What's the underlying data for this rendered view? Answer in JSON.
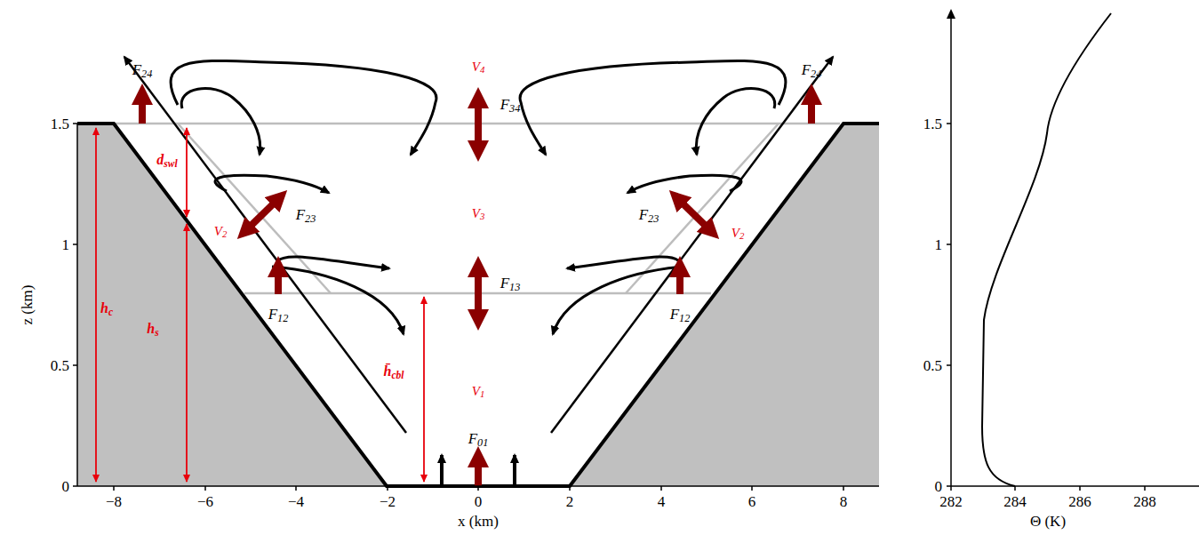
{
  "diagram": {
    "labels": [
      "F24",
      "F24",
      "V4",
      "F34",
      "dswl",
      "F23",
      "F23",
      "V2",
      "V3",
      "V2",
      "hc",
      "hs",
      "F13",
      "F12",
      "F12",
      "h̄cbl",
      "V1",
      "F01",
      "1.5",
      "1",
      "0.5",
      "0",
      "z (km)",
      "−8",
      "−6",
      "−4",
      "−2",
      "0",
      "2",
      "4",
      "6",
      "8",
      "x (km)",
      "0",
      "0.5",
      "1",
      "1.5",
      "282",
      "284",
      "286",
      "288",
      "Θ (K)"
    ]
  }
}
